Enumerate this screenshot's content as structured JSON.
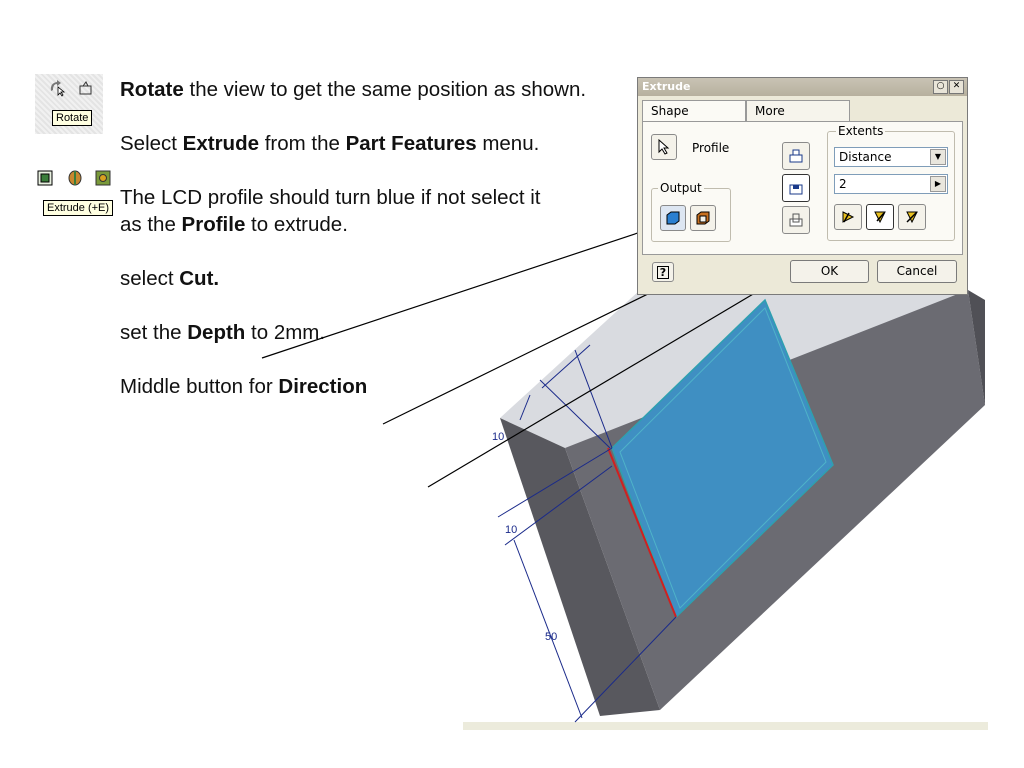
{
  "instructions": {
    "step1_bold": "Rotate",
    "step1_rest": " the view to get the same position as shown.",
    "step2_pre": "Select ",
    "step2_bold1": "Extrude",
    "step2_mid": " from the ",
    "step2_bold2": "Part Features",
    "step2_rest": " menu.",
    "step3_pre": "The LCD profile should turn blue if not select it as the ",
    "step3_bold": "Profile",
    "step3_rest": " to extrude.",
    "step4_pre": "select ",
    "step4_bold": "Cut.",
    "step5_pre": "set the ",
    "step5_bold": "Depth",
    "step5_rest": " to 2mm.",
    "step6_pre": "Middle button for ",
    "step6_bold": "Direction"
  },
  "toolbar_snippets": {
    "rotate_tooltip": "Rotate",
    "extrude_tooltip": "Extrude (+E)"
  },
  "dialog": {
    "title": "Extrude",
    "tabs": [
      "Shape",
      "More"
    ],
    "profile_label": "Profile",
    "output_label": "Output",
    "extents_label": "Extents",
    "extents_value": "Distance",
    "depth_value": "2",
    "ok_label": "OK",
    "cancel_label": "Cancel"
  },
  "drawing": {
    "dimensions": [
      "10",
      "10",
      "50"
    ]
  },
  "colors": {
    "profile_fill": "#3f8fc2",
    "block_face": "#6a6a70",
    "block_side": "#5a5a60",
    "dimension": "#1a2a8a",
    "edge_red": "#d02020"
  }
}
